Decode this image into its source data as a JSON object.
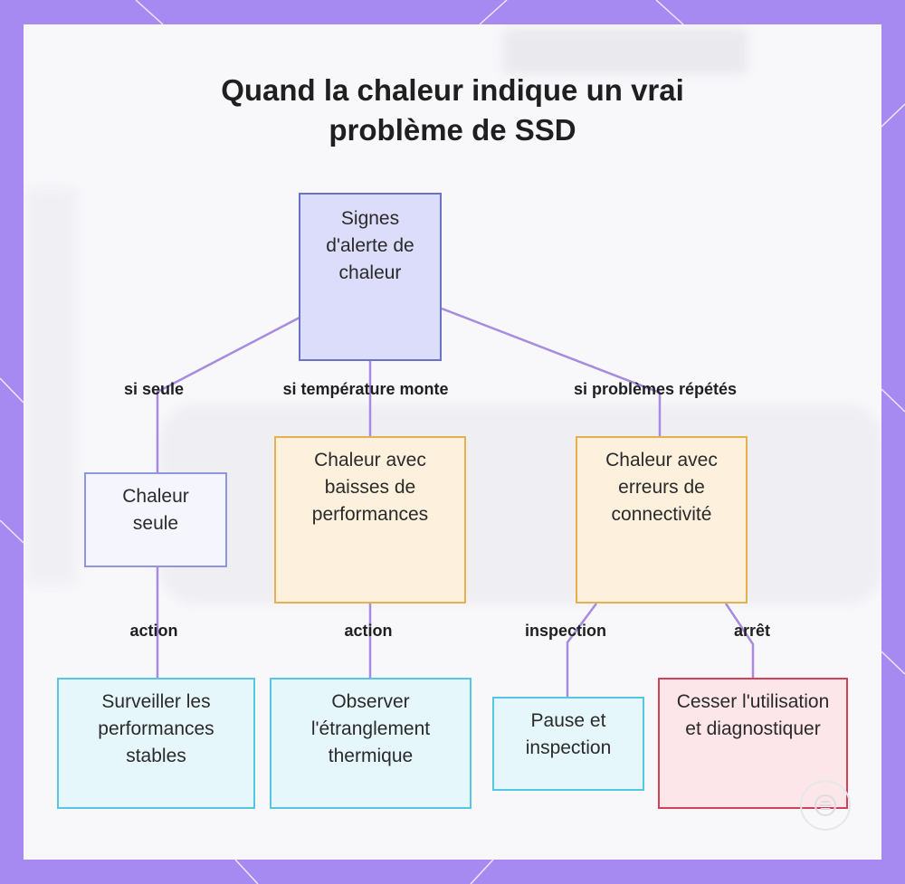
{
  "title": "Quand la chaleur indique un vrai problème de SSD",
  "colors": {
    "frame": "#a68af2",
    "connector": "#a78bdf",
    "root_fill": "#dcdcfb",
    "orange_fill": "#fdf1de",
    "cyan_fill": "#e6f7fc",
    "red_fill": "#fde6ea"
  },
  "nodes": {
    "root": "Signes d'alerte de chaleur",
    "heat_alone": "Chaleur seule",
    "heat_performance": "Chaleur avec baisses de performances",
    "heat_connectivity": "Chaleur avec erreurs de connectivité",
    "monitor": "Surveiller les performances stables",
    "observe": "Observer l'étranglement thermique",
    "pause": "Pause et inspection",
    "stop": "Cesser l'utilisation et diagnostiquer"
  },
  "edges": {
    "if_alone": "si seule",
    "if_temp_rises": "si température monte",
    "if_repeated": "si problèmes répétés",
    "action_1": "action",
    "action_2": "action",
    "inspection": "inspection",
    "stop": "arrêt"
  },
  "logo_icon": "brand-logo-icon"
}
